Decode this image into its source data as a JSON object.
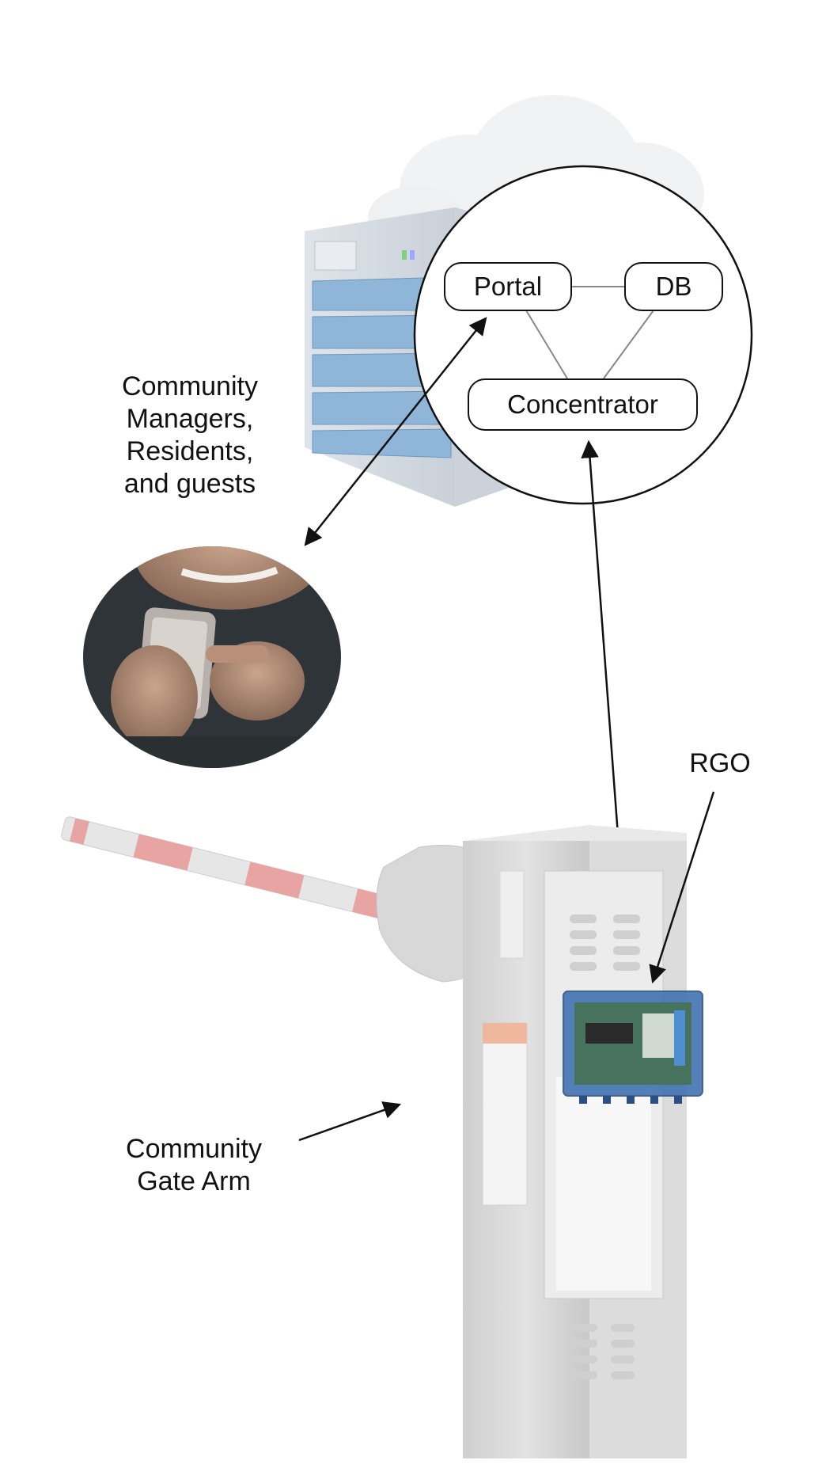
{
  "diagram": {
    "nodes": {
      "portal": "Portal",
      "db": "DB",
      "concentrator": "Concentrator"
    },
    "labels": {
      "users_line1": "Community",
      "users_line2": "Managers,",
      "users_line3": "Residents,",
      "users_line4": "and guests",
      "rgo": "RGO",
      "gate_line1": "Community",
      "gate_line2": "Gate Arm"
    },
    "colors": {
      "stroke": "#111111",
      "link": "#888888",
      "server_blue": "#8fb6d8",
      "gate_gray": "#d7d7d7",
      "arm_red": "#e08a8a",
      "enclosure_blue": "#3d6fb0"
    }
  }
}
